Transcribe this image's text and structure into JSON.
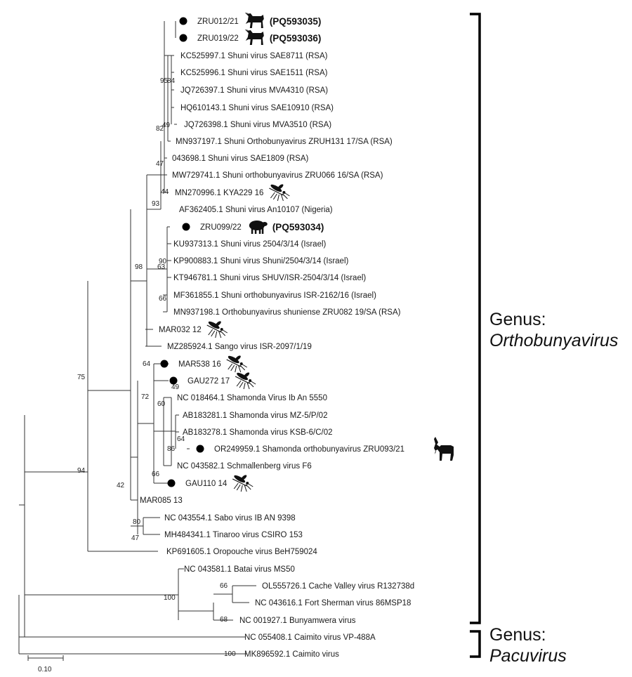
{
  "leaves": [
    {
      "id": "zru012",
      "label": "ZRU012/21",
      "marker": "dot",
      "icon": "horse-icon",
      "accession": "(PQ593035)"
    },
    {
      "id": "zru019",
      "label": "ZRU019/22",
      "marker": "dot",
      "icon": "horse-icon",
      "accession": "(PQ593036)"
    },
    {
      "id": "kc525997",
      "label": "KC525997.1 Shuni virus SAE8711 (RSA)"
    },
    {
      "id": "kc525996",
      "label": "KC525996.1 Shuni virus SAE1511 (RSA)"
    },
    {
      "id": "jq726397",
      "label": "JQ726397.1 Shuni virus MVA4310 (RSA)"
    },
    {
      "id": "hq610143",
      "label": "HQ610143.1 Shuni virus SAE10910 (RSA)"
    },
    {
      "id": "jq726398",
      "label": "JQ726398.1 Shuni virus MVA3510 (RSA)"
    },
    {
      "id": "mn937197",
      "label": "MN937197.1 Shuni Orthobunyavirus ZRUH131 17/SA (RSA)"
    },
    {
      "id": "n043698",
      "label": "043698.1 Shuni virus SAE1809 (RSA)"
    },
    {
      "id": "mw729741",
      "label": "MW729741.1 Shuni orthobunyavirus ZRU066 16/SA (RSA)"
    },
    {
      "id": "mn270996",
      "label": "MN270996.1 KYA229 16",
      "icon": "mosquito-icon"
    },
    {
      "id": "af362405",
      "label": "AF362405.1 Shuni virus An10107 (Nigeria)"
    },
    {
      "id": "zru099",
      "label": "ZRU099/22",
      "marker": "dot",
      "icon": "sheep-icon",
      "accession": "(PQ593034)"
    },
    {
      "id": "ku937313",
      "label": "KU937313.1 Shuni virus 2504/3/14 (Israel)"
    },
    {
      "id": "kp900883",
      "label": "KP900883.1 Shuni virus Shuni/2504/3/14 (Israel)"
    },
    {
      "id": "kt946781",
      "label": "KT946781.1 Shuni virus SHUV/ISR-2504/3/14 (Israel)"
    },
    {
      "id": "mf361855",
      "label": "MF361855.1 Shuni orthobunyavirus ISR-2162/16 (Israel)"
    },
    {
      "id": "mn937198",
      "label": "MN937198.1 Orthobunyavirus shuniense ZRU082 19/SA (RSA)"
    },
    {
      "id": "mar032",
      "label": "MAR032 12",
      "icon": "mosquito-icon"
    },
    {
      "id": "mz285924",
      "label": "MZ285924.1 Sango virus ISR-2097/1/19"
    },
    {
      "id": "mar538",
      "label": "MAR538 16",
      "marker": "dot",
      "icon": "mosquito-icon"
    },
    {
      "id": "gau272",
      "label": "GAU272 17",
      "marker": "dot",
      "icon": "mosquito-icon"
    },
    {
      "id": "nc018464",
      "label": "NC 018464.1 Shamonda Virus Ib An 5550"
    },
    {
      "id": "ab183281",
      "label": "AB183281.1 Shamonda virus MZ-5/P/02"
    },
    {
      "id": "ab183278",
      "label": "AB183278.1 Shamonda virus KSB-6/C/02"
    },
    {
      "id": "or249959",
      "label": "OR249959.1 Shamonda orthobunyavirus ZRU093/21",
      "marker": "dot",
      "icon": "goat-icon"
    },
    {
      "id": "nc043582",
      "label": "NC 043582.1 Schmallenberg virus F6"
    },
    {
      "id": "gau110",
      "label": "GAU110 14",
      "marker": "dot",
      "icon": "mosquito-icon"
    },
    {
      "id": "mar085",
      "label": "MAR085 13"
    },
    {
      "id": "nc043554",
      "label": "NC 043554.1 Sabo virus IB AN 9398"
    },
    {
      "id": "mh484341",
      "label": "MH484341.1 Tinaroo virus CSIRO 153"
    },
    {
      "id": "kp691605",
      "label": "KP691605.1 Oropouche virus BeH759024"
    },
    {
      "id": "nc043581",
      "label": "NC 043581.1 Batai virus MS50"
    },
    {
      "id": "ol555726",
      "label": "OL555726.1 Cache Valley virus R132738d"
    },
    {
      "id": "nc043616",
      "label": "NC 043616.1 Fort Sherman virus 86MSP18"
    },
    {
      "id": "nc001927",
      "label": "NC 001927.1 Bunyamwera virus"
    },
    {
      "id": "nc055408",
      "label": "NC 055408.1 Caimito virus VP-488A"
    },
    {
      "id": "mk896592",
      "label": "MK896592.1 Caimito virus"
    }
  ],
  "bootstrap": [
    "95",
    "84",
    "82",
    "49",
    "47",
    "44",
    "93",
    "90",
    "63",
    "66",
    "98",
    "64",
    "75",
    "72",
    "60",
    "49",
    "64",
    "86",
    "66",
    "94",
    "42",
    "80",
    "47",
    "100",
    "66",
    "68",
    "100"
  ],
  "scale_bar": {
    "label": "0.10"
  },
  "genus_labels": [
    {
      "prefix": "Genus:",
      "name": "Orthobunyavirus"
    },
    {
      "prefix": "Genus:",
      "name": "Pacuvirus"
    }
  ]
}
